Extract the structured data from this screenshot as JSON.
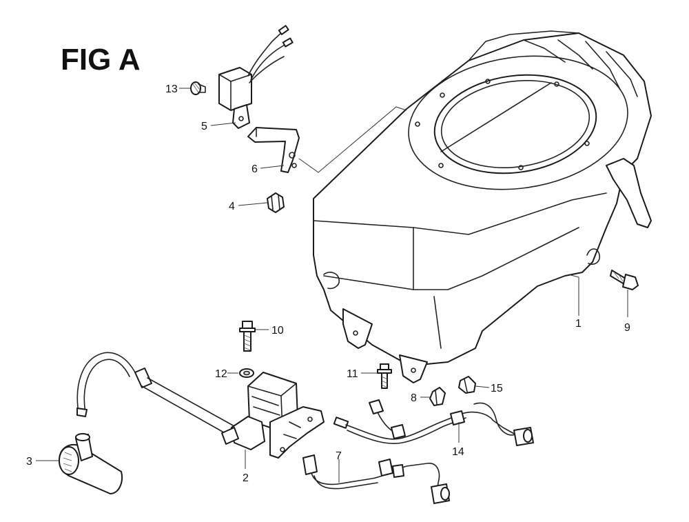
{
  "figure": {
    "title": "FIG A"
  },
  "callouts": [
    {
      "id": "1",
      "label": "1"
    },
    {
      "id": "2",
      "label": "2"
    },
    {
      "id": "3",
      "label": "3"
    },
    {
      "id": "4",
      "label": "4"
    },
    {
      "id": "5",
      "label": "5"
    },
    {
      "id": "6",
      "label": "6"
    },
    {
      "id": "7",
      "label": "7"
    },
    {
      "id": "8",
      "label": "8"
    },
    {
      "id": "9",
      "label": "9"
    },
    {
      "id": "10",
      "label": "10"
    },
    {
      "id": "11",
      "label": "11"
    },
    {
      "id": "12",
      "label": "12"
    },
    {
      "id": "13",
      "label": "13"
    },
    {
      "id": "14",
      "label": "14"
    },
    {
      "id": "15",
      "label": "15"
    }
  ],
  "parts": [
    {
      "callout": "1",
      "icon": "fan-cover-shroud"
    },
    {
      "callout": "2",
      "icon": "ignition-coil"
    },
    {
      "callout": "3",
      "icon": "spark-plug-cap"
    },
    {
      "callout": "4",
      "icon": "wire-clip"
    },
    {
      "callout": "5",
      "icon": "switch-relay-unit"
    },
    {
      "callout": "6",
      "icon": "mounting-bracket"
    },
    {
      "callout": "7",
      "icon": "wire-harness-short"
    },
    {
      "callout": "8",
      "icon": "wire-clip"
    },
    {
      "callout": "9",
      "icon": "flange-bolt"
    },
    {
      "callout": "10",
      "icon": "flange-bolt"
    },
    {
      "callout": "11",
      "icon": "flange-bolt"
    },
    {
      "callout": "12",
      "icon": "washer"
    },
    {
      "callout": "13",
      "icon": "flange-bolt"
    },
    {
      "callout": "14",
      "icon": "wire-harness-long"
    },
    {
      "callout": "15",
      "icon": "wire-clip"
    }
  ]
}
